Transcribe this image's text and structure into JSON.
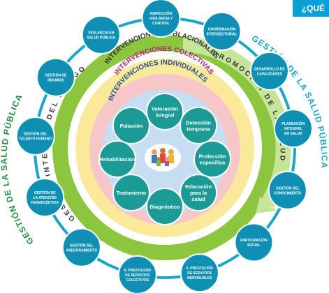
{
  "header": {
    "question_tag": "¿QUÉ"
  },
  "left_title": "GESTIÓN DE LA SALUD PÚBLICA",
  "right_title": "GESTIÓN DE LA SALUD PÚBLICA",
  "arcs": {
    "riesgo": "GESTIÓN INTEGRAL DEL RIESGO",
    "promocion": "PROMOCIÓN DE LA SALUD"
  },
  "bands": {
    "poblacionales": "INTERVENCIONES POBLACIONALES",
    "colectivas": "INTERVENCIONES COLECTIVAS",
    "individuales": "INTERVENCIONES INDIVIDUALES"
  },
  "individual_interventions": [
    [
      "Valoración",
      "integral"
    ],
    [
      "Detección",
      "temprana"
    ],
    [
      "Protección",
      "específica"
    ],
    [
      "Educación",
      "para la",
      "salud"
    ],
    [
      "Diagnóstico"
    ],
    [
      "Tratamiento"
    ],
    [
      "Rehabilitación"
    ],
    [
      "Paliación"
    ]
  ],
  "outer_components": [
    [
      "COORDINACIÓN",
      "INTERSECTORIAL"
    ],
    [
      "DESARROLLO DE",
      "CAPACIDADES"
    ],
    [
      "PLANEACIÓN",
      "INTEGRAL",
      "EN SALUD"
    ],
    [
      "GESTIÓN DEL",
      "CONOCIMIENTO"
    ],
    [
      "PARTICIPACIÓN",
      "SOCIAL"
    ],
    [
      "6. PRESTACIÓN",
      "DE SERVICIOS",
      "INDIVIDUALES"
    ],
    [
      "6. PRESTACIÓN",
      "DE SERVICIOS",
      "COLECTIVOS"
    ],
    [
      "GESTIÓN DEL",
      "ASEGURAMIENTO"
    ],
    [
      "GESTIÓN DE",
      "LA ATENCIÓN",
      "FARMACÉUTICA"
    ],
    [
      "GESTIÓN DEL",
      "TALENTO HUMANO"
    ],
    [
      "GESTIÓN DE",
      "INSUMOS"
    ],
    [
      "VIGILANCIA EN",
      "SALUD PÚBLICA"
    ],
    [
      "INSPECCIÓN",
      "VIGILANCIA Y",
      "CONTROL"
    ]
  ],
  "colors": {
    "outer_ring": "#1aa6c9",
    "outer_node": "#0e8fb3",
    "green_ring": "#8cc63f",
    "green_arc": "#c7e59a",
    "yellow_band": "#fbe99b",
    "pink_band": "#f7c6c8",
    "blue_band": "#c7ddf2",
    "teal_node": "#1b9a96",
    "dark_text": "#333333",
    "left_title": "#1e8e3e",
    "right_title": "#1aa6c9"
  }
}
